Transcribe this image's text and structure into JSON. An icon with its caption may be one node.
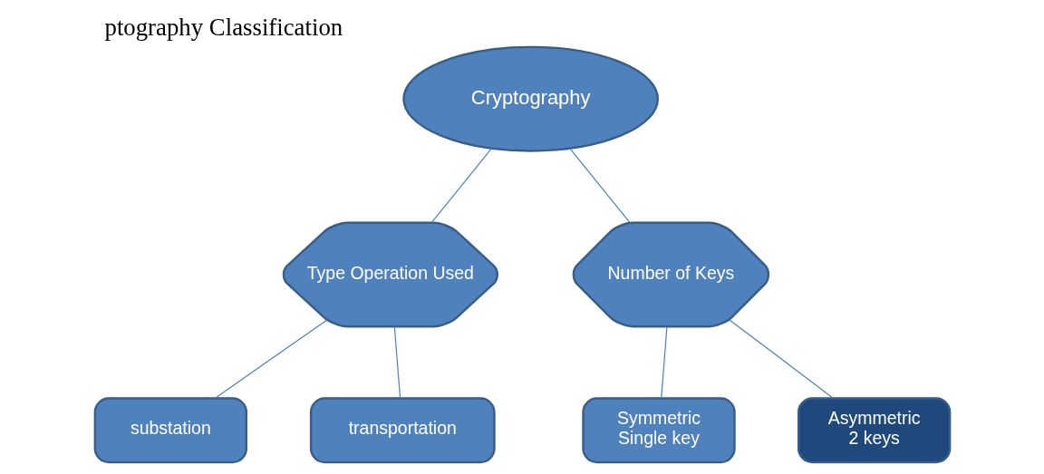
{
  "diagram": {
    "title": "ptography Classification",
    "nodes": [
      {
        "text": [
          "Cryptography"
        ]
      },
      {
        "text": [
          "Type Operation Used"
        ]
      },
      {
        "text": [
          "Number of Keys"
        ]
      },
      {
        "text": [
          "substation"
        ]
      },
      {
        "text": [
          "transportation"
        ]
      },
      {
        "text": [
          "Symmetric",
          "Single key"
        ]
      },
      {
        "text": [
          "Asymmetric",
          "2 keys"
        ]
      }
    ],
    "edges": [
      {
        "from": 0,
        "to": 1,
        "arrow": "none"
      },
      {
        "from": 0,
        "to": 2,
        "arrow": "none"
      },
      {
        "from": 1,
        "to": 3,
        "arrow": "none"
      },
      {
        "from": 1,
        "to": 4,
        "arrow": "none"
      },
      {
        "from": 2,
        "to": 5,
        "arrow": "none"
      },
      {
        "from": 2,
        "to": 6,
        "arrow": "none"
      }
    ]
  }
}
